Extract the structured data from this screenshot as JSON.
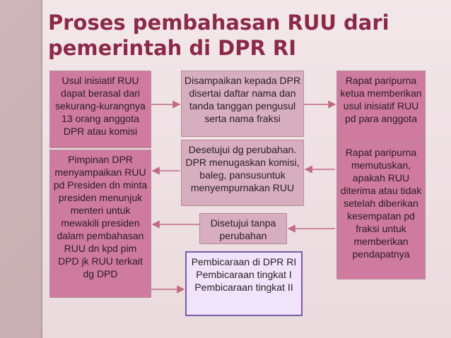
{
  "title": {
    "line1": "Proses pembahasan RUU dari",
    "line2": "pemerintah di DPR RI"
  },
  "boxes": {
    "b1": "Usul inisiatif RUU dapat berasal dari sekurang-kurangnya 13 orang anggota DPR atau komisi",
    "b2": "Disampaikan kepada DPR disertai daftar nama dan tanda tanggan pengusul serta nama fraksi",
    "b3": "Rapat paripurna ketua memberikan usul inisiatif RUU pd para anggota",
    "b4": "Rapat paripurna memutuskan, apakah RUU diterima atau tidak setelah diberikan kesempatan pd fraksi untuk memberikan pendapatnya",
    "b5": "Desetujui dg perubahan. DPR menugaskan komisi, baleg, pansusuntuk menyempurnakan RUU",
    "b6": "Disetujui tanpa perubahan",
    "b7": "Pimpinan DPR menyampaikan RUU pd Presiden dn minta presiden menunjuk menteri untuk mewakili presiden dalam pembahasan RUU dn kpd pim DPD jk RUU terkait dg DPD",
    "b8": "Pembicaraan di DPR RI Pembicaraan tingkat I Pembicaraan tingkat II"
  },
  "colors": {
    "title": "#8b2a48",
    "box_pink": "#cf7ba0",
    "box_mauve": "#d7aec0",
    "box_purple_border": "#7c5aa6",
    "arrow": "#c26a86"
  }
}
